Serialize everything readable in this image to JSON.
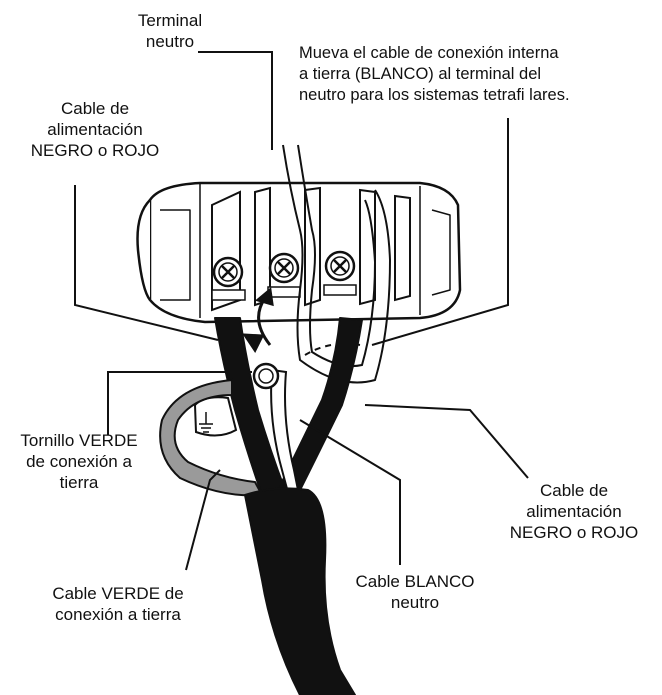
{
  "labels": {
    "terminal_neutro": "Terminal\nneutro",
    "instruction": "Mueva el cable de conexión interna\na tierra (BLANCO) al terminal del\nneutro para los sistemas tetrafi lares.",
    "power_cable_left": "Cable de\nalimentación\nNEGRO o ROJO",
    "green_screw": "Tornillo VERDE\nde conexión a\ntierra",
    "power_cable_right": "Cable de\nalimentación\nNEGRO o ROJO",
    "green_cable": "Cable VERDE de\nconexión a tierra",
    "white_neutral_cable": "Cable BLANCO\nneutro"
  }
}
